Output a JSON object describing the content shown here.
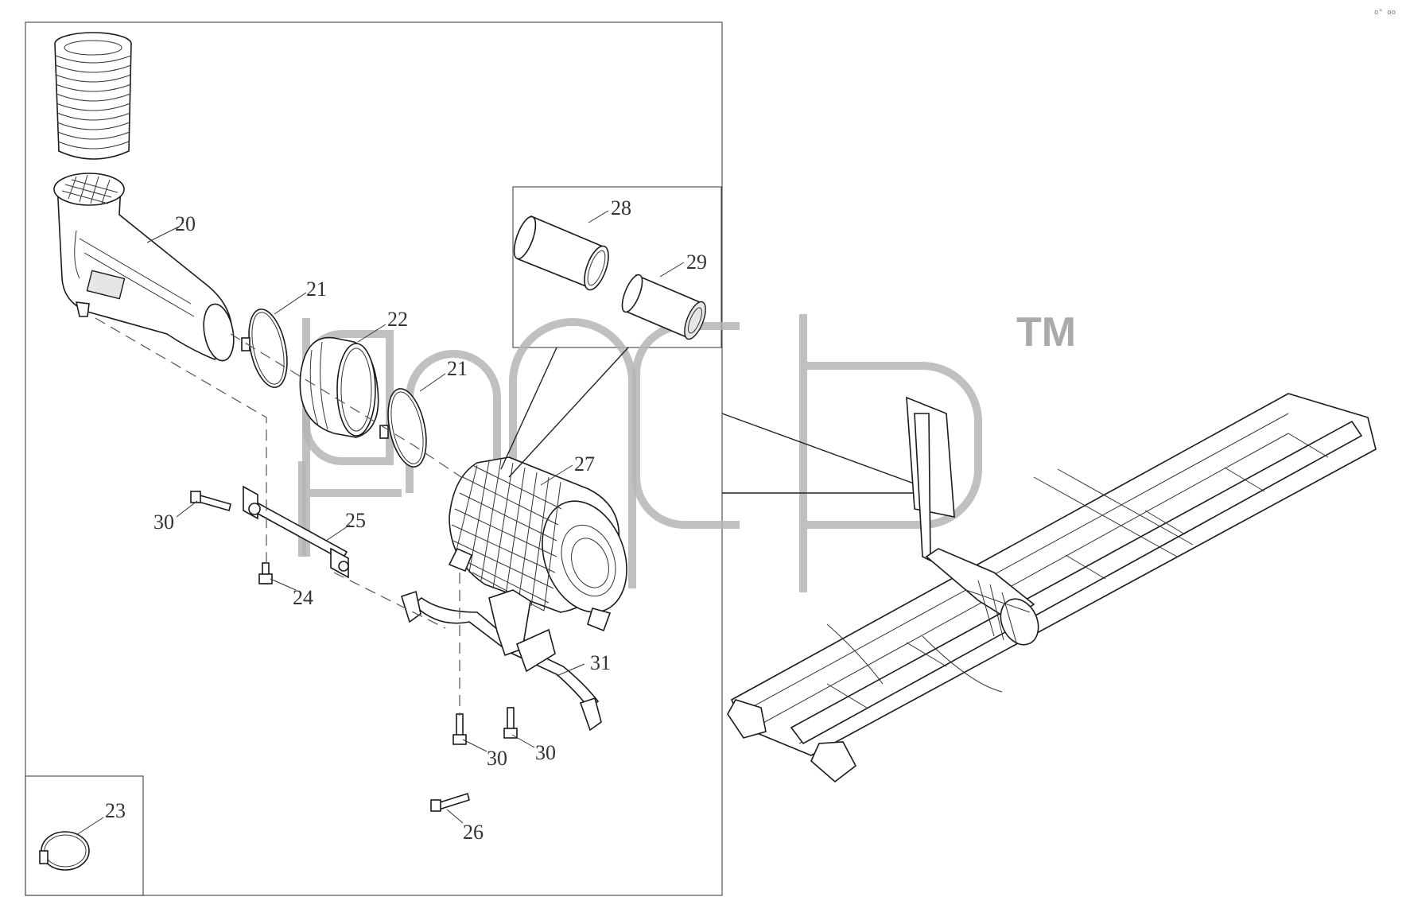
{
  "corner_mark": "o° oo",
  "watermark": {
    "trademark": "TM"
  },
  "callouts": [
    {
      "id": "c20",
      "label": "20"
    },
    {
      "id": "c21a",
      "label": "21"
    },
    {
      "id": "c22",
      "label": "22"
    },
    {
      "id": "c21b",
      "label": "21"
    },
    {
      "id": "c28",
      "label": "28"
    },
    {
      "id": "c29",
      "label": "29"
    },
    {
      "id": "c27",
      "label": "27"
    },
    {
      "id": "c30a",
      "label": "30"
    },
    {
      "id": "c25",
      "label": "25"
    },
    {
      "id": "c24",
      "label": "24"
    },
    {
      "id": "c31",
      "label": "31"
    },
    {
      "id": "c30b",
      "label": "30"
    },
    {
      "id": "c30c",
      "label": "30"
    },
    {
      "id": "c23",
      "label": "23"
    },
    {
      "id": "c26",
      "label": "26"
    }
  ]
}
